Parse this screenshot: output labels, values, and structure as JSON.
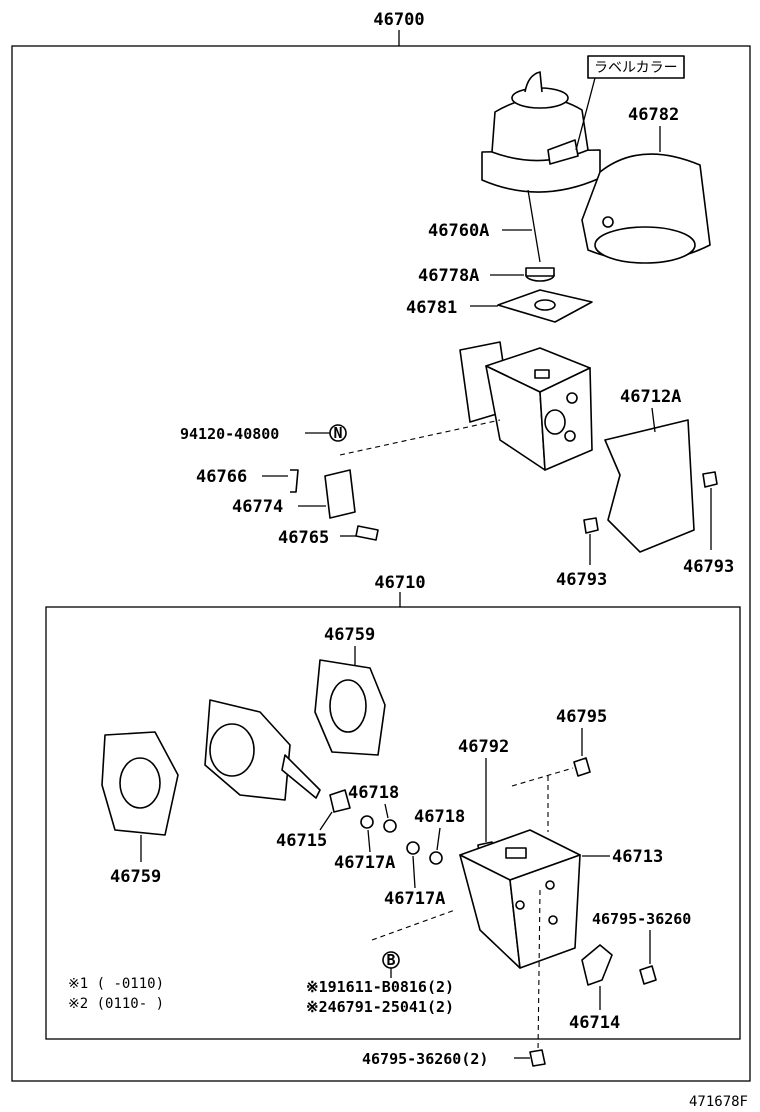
{
  "assembly_number": "46700",
  "subassembly_number": "46710",
  "label_color_note": "ラベルカラー",
  "figure_id": "471678F",
  "parts": {
    "p46782": "46782",
    "p46760A": "46760A",
    "p46778A": "46778A",
    "p46781": "46781",
    "p94120": "94120-40800",
    "p94120_badge": "N",
    "p46766": "46766",
    "p46774": "46774",
    "p46765": "46765",
    "p46712A": "46712A",
    "p46793a": "46793",
    "p46793b": "46793",
    "p46759a": "46759",
    "p46759b": "46759",
    "p46792": "46792",
    "p46795": "46795",
    "p46718a": "46718",
    "p46718b": "46718",
    "p46715": "46715",
    "p46717Aa": "46717A",
    "p46717Ab": "46717A",
    "p46713": "46713",
    "p46795_36260a": "46795-36260",
    "p46714": "46714",
    "p46795_36260b": "46795-36260(2)",
    "bolt_badge": "B"
  },
  "notes": {
    "n1": "※1 (     -0110)",
    "n2": "※2 (0110-     )",
    "n3": "※191611-B0816(2)",
    "n4": "※246791-25041(2)"
  }
}
